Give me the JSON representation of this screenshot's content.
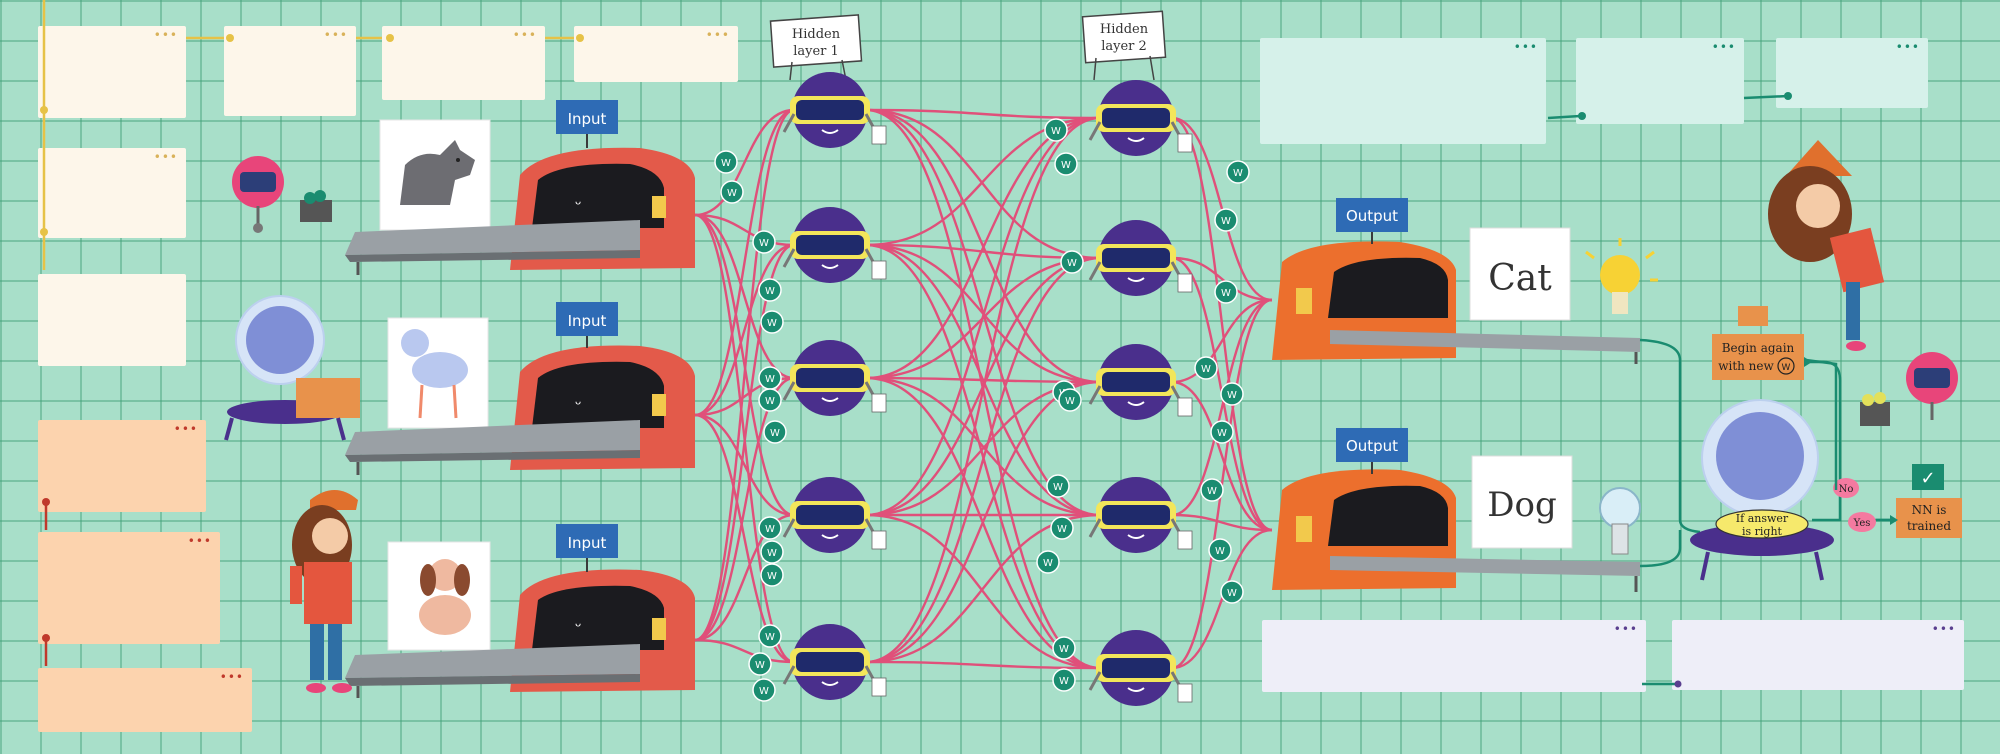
{
  "signs": {
    "hidden_layer_1_line1": "Hidden",
    "hidden_layer_1_line2": "layer 1",
    "hidden_layer_2_line1": "Hidden",
    "hidden_layer_2_line2": "layer 2",
    "input": "Input",
    "output": "Output"
  },
  "labels": {
    "cat": "Cat",
    "dog": "Dog",
    "weight": "W",
    "begin_again_line1": "Begin again",
    "begin_again_line2": "with new",
    "if_answer_line1": "If answer",
    "if_answer_line2": "is right",
    "no": "No",
    "yes": "Yes",
    "nn_trained_line1": "NN is",
    "nn_trained_line2": "trained",
    "check": "✓"
  },
  "colors": {
    "background": "#a8dfc9",
    "grid": "#5fb596",
    "connection": "#e0507a",
    "weight_badge": "#1a8c70",
    "input_machine": "#e35a4a",
    "output_machine": "#ec6f2d",
    "robot": "#4a2f8c",
    "robot_visor": "#f3e65a",
    "sign_blue": "#2e6bb5",
    "sticky_cream": "#fdf6ea",
    "sticky_peach": "#fcd3ae",
    "sticky_mint": "#d6f1ea",
    "sticky_lavender": "#eeeef8"
  },
  "icons": {
    "input_images": [
      "wolf-icon",
      "poodle-icon",
      "spaniel-icon"
    ],
    "bulbs": [
      "lightbulb-on-icon",
      "lightbulb-off-icon"
    ]
  }
}
